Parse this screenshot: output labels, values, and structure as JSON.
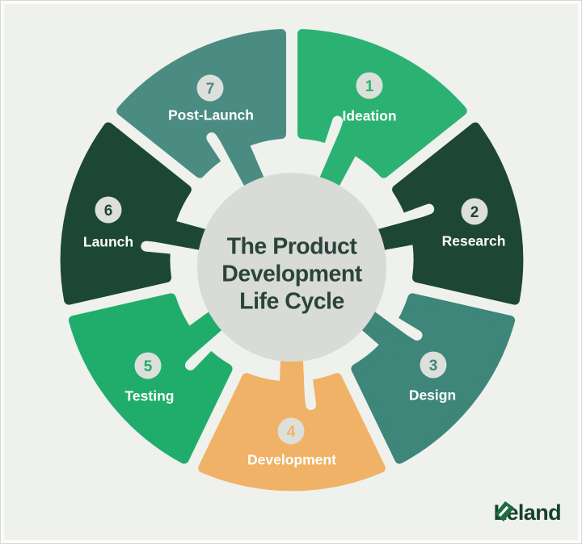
{
  "diagram": {
    "title_lines": [
      "The Product",
      "Development",
      "Life Cycle"
    ],
    "segments": [
      {
        "number": "1",
        "label": "Ideation",
        "color": "#2BB273"
      },
      {
        "number": "2",
        "label": "Research",
        "color": "#1D4634"
      },
      {
        "number": "3",
        "label": "Design",
        "color": "#3E857A"
      },
      {
        "number": "4",
        "label": "Development",
        "color": "#F0B266"
      },
      {
        "number": "5",
        "label": "Testing",
        "color": "#20AD6C"
      },
      {
        "number": "6",
        "label": "Launch",
        "color": "#1D4735"
      },
      {
        "number": "7",
        "label": "Post-Launch",
        "color": "#4A8C82"
      }
    ],
    "colors": {
      "background": "#EFF1ED",
      "center_circle": "#D9DBD7",
      "badge_bg": "#DDDFDB",
      "label_text": "#FFFFFF",
      "title_text": "#2A443C"
    }
  },
  "logo": {
    "text": "Leland",
    "text_color": "#16402F",
    "leaf_color": "#1E6B44"
  }
}
